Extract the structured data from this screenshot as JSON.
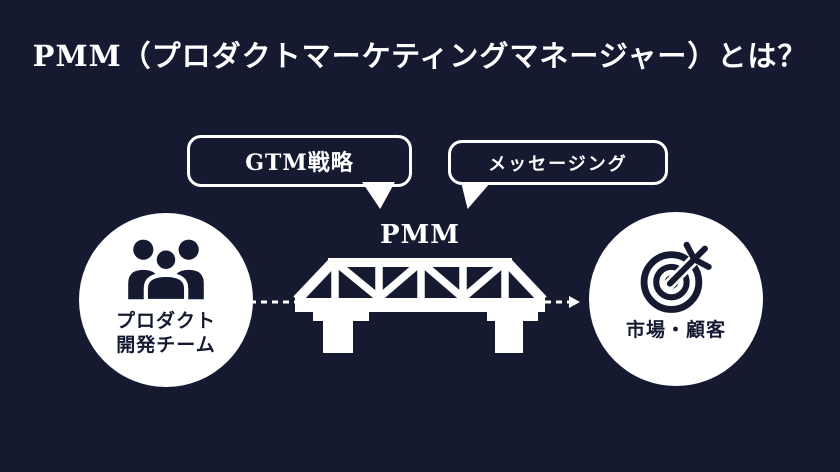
{
  "slide": {
    "title": "PMM（プロダクトマーケティングマネージャー）とは？"
  },
  "callouts": {
    "gtm": {
      "label": "GTM戦略"
    },
    "messaging": {
      "label": "メッセージング"
    }
  },
  "bridge": {
    "label": "PMM",
    "icon": "truss-bridge"
  },
  "left_node": {
    "line1": "プロダクト",
    "line2": "開発チーム",
    "icon": "team-people"
  },
  "right_node": {
    "label": "市場・顧客",
    "icon": "target-dart"
  },
  "flow": {
    "direction": "left-to-right",
    "style": "dashed-arrow"
  },
  "colors": {
    "background": "#151a31",
    "foreground": "#ffffff",
    "ink": "#151a31"
  }
}
